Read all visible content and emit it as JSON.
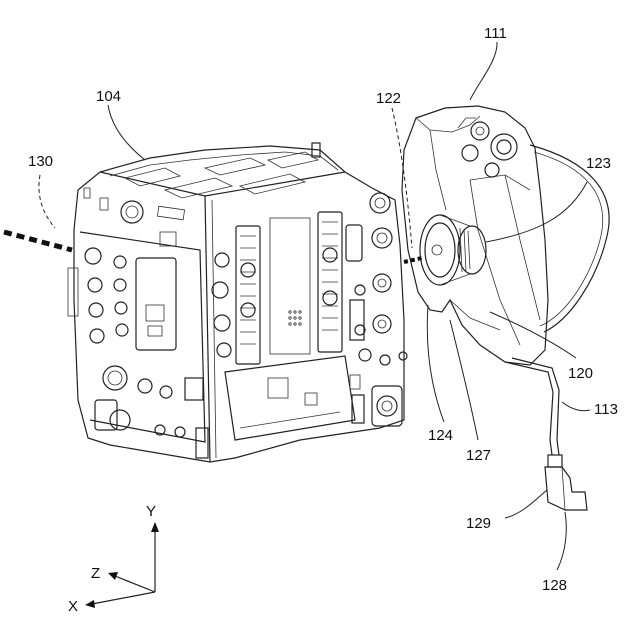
{
  "labels": {
    "l111": "111",
    "l104": "104",
    "l122": "122",
    "l130": "130",
    "l123": "123",
    "l120": "120",
    "l113": "113",
    "l124": "124",
    "l127": "127",
    "l129": "129",
    "l128": "128"
  },
  "axes": {
    "y": "Y",
    "z": "Z",
    "x": "X"
  }
}
